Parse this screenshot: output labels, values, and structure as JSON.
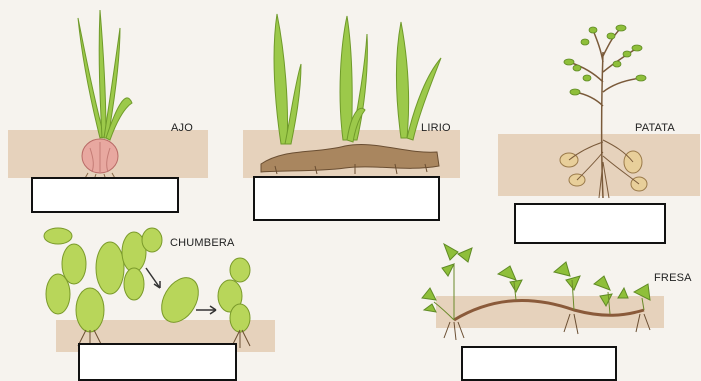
{
  "labels": {
    "ajo": "AJO",
    "lirio": "LIRIO",
    "patata": "PATATA",
    "chumbera": "CHUMBERA",
    "fresa": "FRESA"
  },
  "answer_boxes": {
    "ajo": "",
    "lirio": "",
    "patata": "",
    "chumbera": "",
    "fresa": ""
  },
  "colors": {
    "soil": "#e6d2bc",
    "leaf_green": "#8fbf3a",
    "bulb_pink": "#e8a8a0",
    "root_brown": "#8a6a4a",
    "box_border": "#111111"
  }
}
